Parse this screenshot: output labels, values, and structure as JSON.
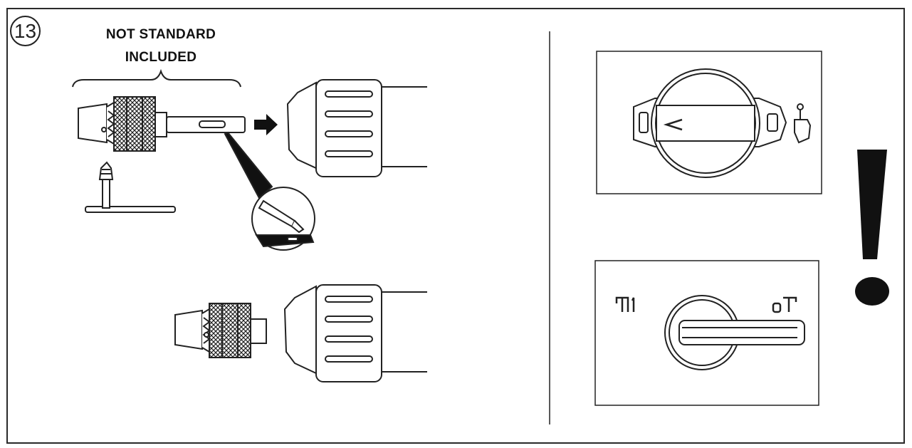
{
  "step": {
    "number": "13"
  },
  "note": {
    "line1": "NOT STANDARD",
    "line2": "INCLUDED"
  },
  "icons": [
    "drill-chuck-icon",
    "chuck-key-icon",
    "arrow-right-icon",
    "drill-collar-icon",
    "grease-pen-detail-icon",
    "mode-selector-dial-icon",
    "lock-button-icon",
    "gear-switch-icon",
    "warning-exclamation-icon"
  ]
}
